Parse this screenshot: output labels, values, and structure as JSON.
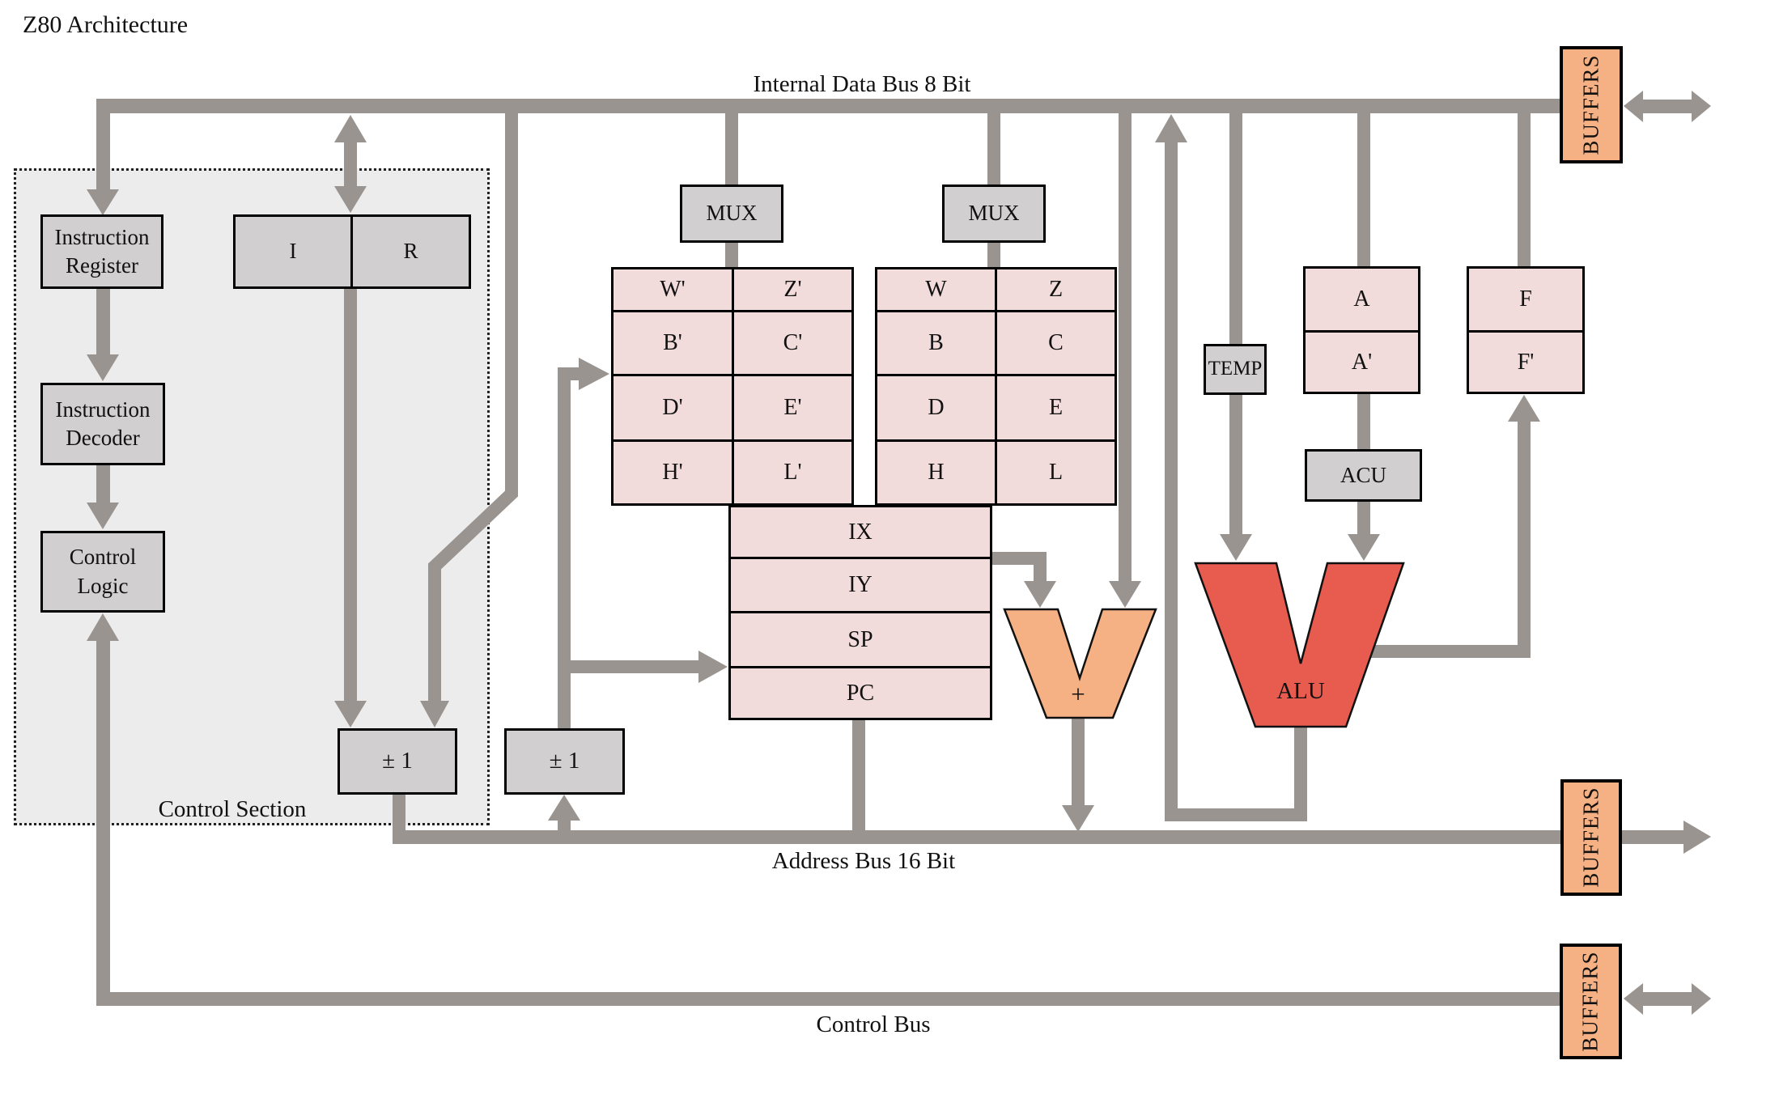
{
  "title": "Z80 Architecture",
  "buses": {
    "data_bus_label": "Internal Data Bus 8 Bit",
    "address_bus_label": "Address Bus 16 Bit",
    "control_bus_label": "Control Bus"
  },
  "control_section": {
    "label": "Control Section",
    "instruction_register": "Instruction Register",
    "instruction_decoder": "Instruction Decoder",
    "control_logic": "Control Logic",
    "i_register": "I",
    "r_register": "R",
    "incrementer_inner": "± 1"
  },
  "incrementer_outer": "± 1",
  "mux": {
    "left": "MUX",
    "right": "MUX"
  },
  "register_tables": {
    "alternate": [
      [
        "W'",
        "Z'"
      ],
      [
        "B'",
        "C'"
      ],
      [
        "D'",
        "E'"
      ],
      [
        "H'",
        "L'"
      ]
    ],
    "main": [
      [
        "W",
        "Z"
      ],
      [
        "B",
        "C"
      ],
      [
        "D",
        "E"
      ],
      [
        "H",
        "L"
      ]
    ],
    "pointer": [
      "IX",
      "IY",
      "SP",
      "PC"
    ]
  },
  "alu_section": {
    "temp": "TEMP",
    "a": "A",
    "a_alt": "A'",
    "acu": "ACU",
    "f": "F",
    "f_alt": "F'",
    "alu": "ALU",
    "adder": "+"
  },
  "buffers": {
    "data": "BUFFERS",
    "address": "BUFFERS",
    "control": "BUFFERS"
  },
  "colors": {
    "bus_gray": "#9A9490",
    "box_gray": "#D1CFCF",
    "register_pink": "#F2DCDB",
    "buffer_orange": "#F5B184",
    "alu_red": "#E85C50",
    "section_background": "#EDECEC"
  }
}
